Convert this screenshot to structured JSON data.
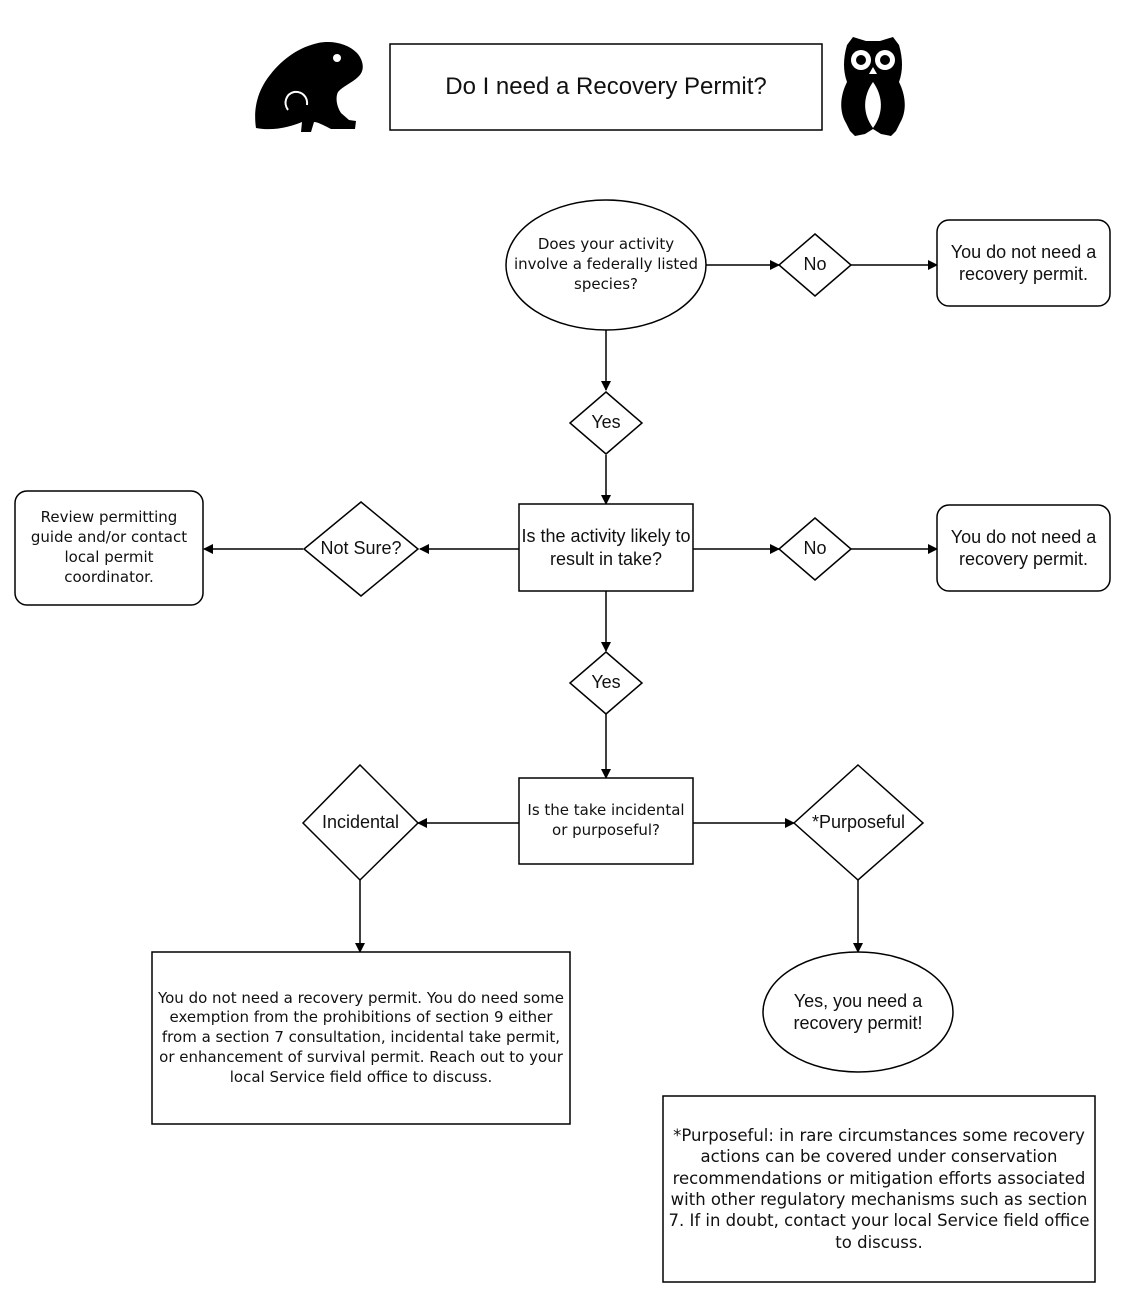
{
  "title": "Do I need a Recovery Permit?",
  "nodes": {
    "q_listed": "Does your activity involve a federally listed species?",
    "q_take": "Is the activity likely to result in take?",
    "q_incidental": "Is the take incidental or purposeful?",
    "no_permit_1": "You do not need a recovery permit.",
    "no_permit_2": "You do not need a recovery permit.",
    "review_guide": "Review permitting guide and/or contact local permit coordinator.",
    "incidental_result": "You do not need a recovery permit. You do need some exemption from the prohibitions of section 9 either from a section 7 consultation, incidental take permit, or enhancement of survival permit. Reach out to your local Service field office to discuss.",
    "need_permit": "Yes, you need a recovery permit!",
    "footnote": "*Purposeful: in rare circumstances some recovery actions can be covered under conservation recommendations or mitigation efforts associated with other regulatory mechanisms such as section 7. If in doubt, contact your local Service field office to discuss."
  },
  "decisions": {
    "no_1": "No",
    "yes_1": "Yes",
    "no_2": "No",
    "not_sure": "Not Sure?",
    "yes_2": "Yes",
    "incidental": "Incidental",
    "purposeful": "*Purposeful"
  },
  "icons": [
    "frog-icon",
    "owl-icon"
  ],
  "colors": {
    "ink": "#000000",
    "text": "#111111",
    "background": "#ffffff"
  }
}
